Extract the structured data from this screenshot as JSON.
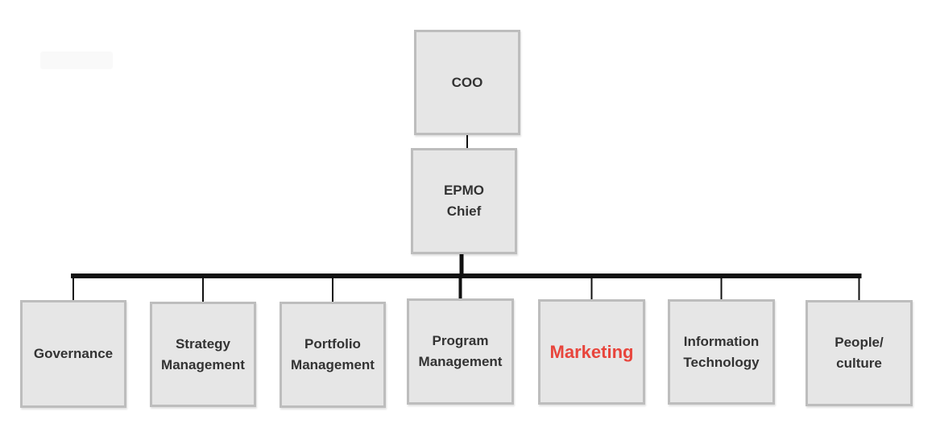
{
  "colors": {
    "box_fill": "#e6e6e6",
    "box_border": "#bdbdbd",
    "text": "#333333",
    "connector": "#111111",
    "accent_text": "#e8453c"
  },
  "diagram": {
    "type": "org-chart",
    "root": {
      "id": "coo",
      "label": "COO"
    },
    "second": {
      "id": "epmo-chief",
      "label": "EPMO\nChief"
    },
    "children": [
      {
        "id": "governance",
        "label": "Governance"
      },
      {
        "id": "strategy-management",
        "label": "Strategy\nManagement"
      },
      {
        "id": "portfolio-management",
        "label": "Portfolio\nManagement"
      },
      {
        "id": "program-management",
        "label": "Program\nManagement"
      },
      {
        "id": "marketing",
        "label": "Marketing",
        "highlight": true
      },
      {
        "id": "information-technology",
        "label": "Information\nTechnology"
      },
      {
        "id": "people-culture",
        "label": "People/\nculture"
      }
    ],
    "edges": [
      [
        "coo",
        "epmo-chief"
      ],
      [
        "epmo-chief",
        "governance"
      ],
      [
        "epmo-chief",
        "strategy-management"
      ],
      [
        "epmo-chief",
        "portfolio-management"
      ],
      [
        "epmo-chief",
        "program-management"
      ],
      [
        "epmo-chief",
        "marketing"
      ],
      [
        "epmo-chief",
        "information-technology"
      ],
      [
        "epmo-chief",
        "people-culture"
      ]
    ]
  }
}
